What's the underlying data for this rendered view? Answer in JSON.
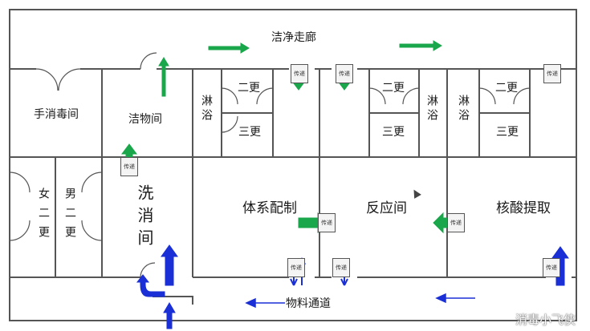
{
  "labels": {
    "clean_corridor": "洁净走廊",
    "hand_disinfect": "手消毒间",
    "cleaning_room": "洁物间",
    "shower_1": "淋浴",
    "change2_1": "二更",
    "change3_1": "三更",
    "change2_2": "二更",
    "change3_2": "三更",
    "shower_2": "淋浴",
    "shower_3": "淋浴",
    "change2_3": "二更",
    "change3_3": "三更",
    "female_change": "女二更",
    "male_change": "男二更",
    "wash_room": "洗消间",
    "system_prep": "体系配制",
    "reaction_room": "反应间",
    "extraction": "核酸提取",
    "material_channel": "物料通道"
  },
  "pass_window_label": "传递窗",
  "watermark": "消毒小飞侠",
  "colors": {
    "wall": "#555555",
    "green_arrow": "#1aa64a",
    "blue_arrow": "#1a2fd6"
  }
}
